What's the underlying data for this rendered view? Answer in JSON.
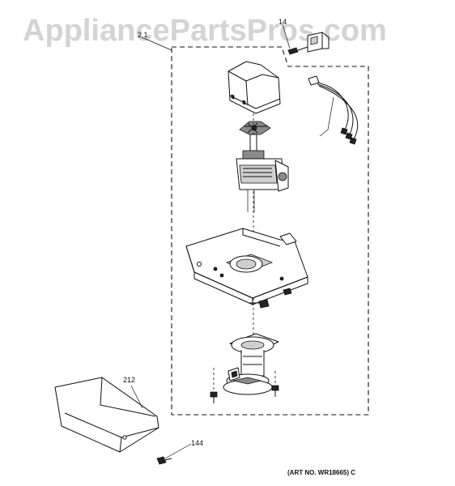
{
  "watermark": "AppliancePartsPros.com",
  "callouts": {
    "top_assembly": "2 1",
    "top_screw": "14",
    "cover": "212",
    "bottom_screw": "144"
  },
  "art_number": "(ART NO. WR18665) C"
}
